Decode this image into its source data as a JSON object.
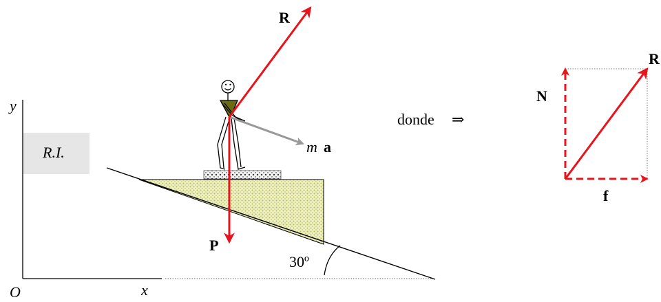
{
  "colors": {
    "force_red": "#e8141c",
    "accel_gray": "#999999",
    "wedge_fill": "#d9dc9a",
    "ri_box": "#e6e6e6",
    "torso_olive": "#6b6b10"
  },
  "axes": {
    "origin_label": "O",
    "x_label": "x",
    "y_label": "y"
  },
  "reference_frame": {
    "label": "R.I."
  },
  "forces": {
    "resultant": "R",
    "weight": "P",
    "inertial_mass": "m",
    "inertial_accel": "a"
  },
  "incline": {
    "angle_label": "30º"
  },
  "connector": {
    "text": "donde",
    "arrow_symbol": "⇒"
  },
  "decomposition": {
    "normal": "N",
    "friction": "f",
    "resultant": "R"
  },
  "icons": [
    "smiley-face-icon",
    "skateboard-icon"
  ]
}
